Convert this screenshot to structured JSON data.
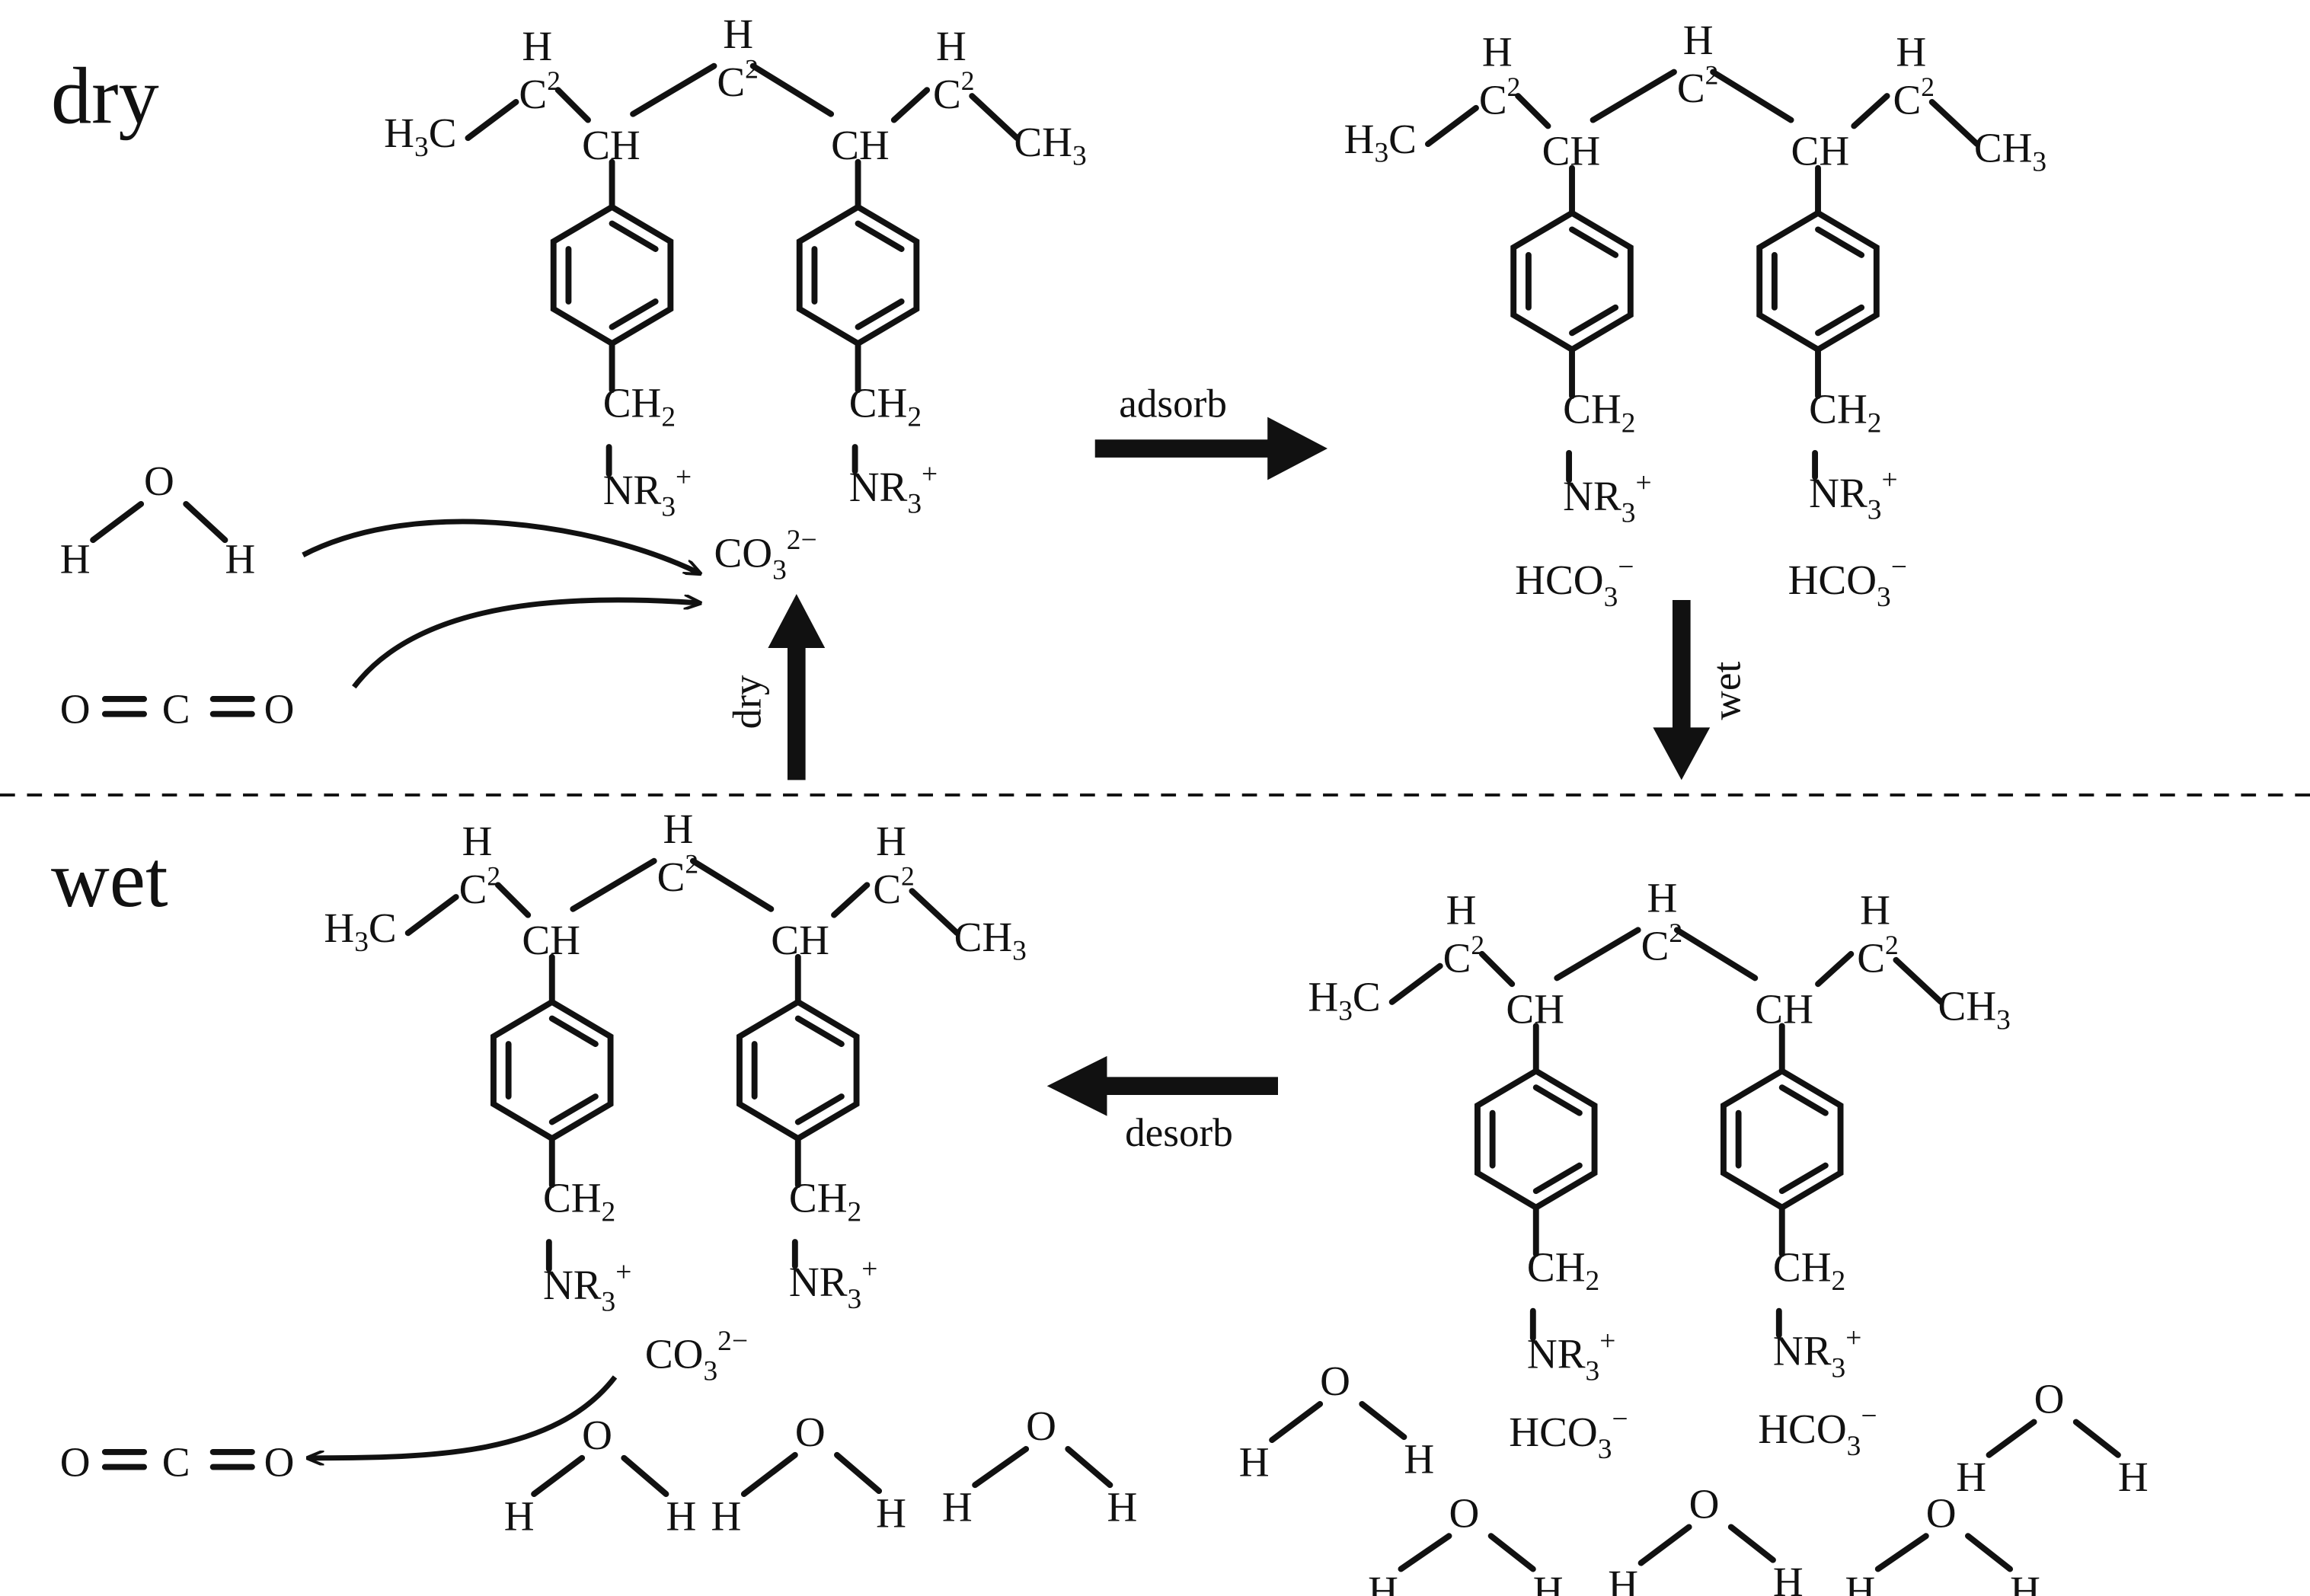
{
  "phase_labels": {
    "dry": "dry",
    "wet": "wet"
  },
  "arrow_labels": {
    "adsorb": "adsorb",
    "wet": "wet",
    "desorb": "desorb",
    "dry": "dry"
  },
  "atoms": {
    "H": "H",
    "O": "O",
    "C": "C",
    "CH": "CH",
    "NR": "NR",
    "two": "2",
    "three": "3",
    "plus": "+",
    "minus": "−",
    "two_minus": "2−",
    "CO": "CO",
    "HCO": "HCO"
  },
  "colors": {
    "ink": "#111111",
    "background": "#ffffff"
  }
}
